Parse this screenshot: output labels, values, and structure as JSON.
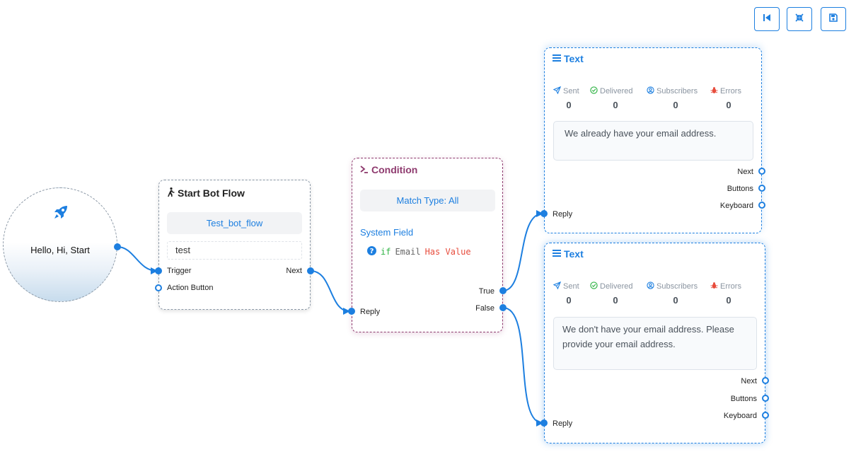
{
  "toolbar": {
    "buttons": [
      {
        "icon": "skip-back-icon"
      },
      {
        "icon": "compress-icon"
      },
      {
        "icon": "save-icon"
      }
    ]
  },
  "start_node": {
    "label": "Hello, Hi, Start",
    "icon": "rocket-icon"
  },
  "start_bot_flow": {
    "title": "Start Bot Flow",
    "icon": "walking-person-icon",
    "flow_name": "Test_bot_flow",
    "text": "test",
    "ports": {
      "trigger": "Trigger",
      "action_button": "Action Button",
      "next": "Next"
    }
  },
  "condition": {
    "title": "Condition",
    "icon": "terminal-icon",
    "match_type": "Match Type: All",
    "section_label": "System Field",
    "rule": {
      "keyword": "if",
      "field": "Email",
      "operator": "Has Value"
    },
    "ports": {
      "reply": "Reply",
      "true": "True",
      "false": "False"
    }
  },
  "text_nodes": [
    {
      "title": "Text",
      "icon": "list-icon",
      "stats": [
        {
          "label": "Sent",
          "value": "0",
          "icon": "paper-plane-icon",
          "color": "#1d7fe0"
        },
        {
          "label": "Delivered",
          "value": "0",
          "icon": "check-circle-icon",
          "color": "#2fb344"
        },
        {
          "label": "Subscribers",
          "value": "0",
          "icon": "user-circle-icon",
          "color": "#1d7fe0"
        },
        {
          "label": "Errors",
          "value": "0",
          "icon": "bug-icon",
          "color": "#e74c3c"
        }
      ],
      "message": "We already have your email address.",
      "ports": {
        "next": "Next",
        "buttons": "Buttons",
        "keyboard": "Keyboard",
        "reply": "Reply"
      }
    },
    {
      "title": "Text",
      "icon": "list-icon",
      "stats": [
        {
          "label": "Sent",
          "value": "0",
          "icon": "paper-plane-icon",
          "color": "#1d7fe0"
        },
        {
          "label": "Delivered",
          "value": "0",
          "icon": "check-circle-icon",
          "color": "#2fb344"
        },
        {
          "label": "Subscribers",
          "value": "0",
          "icon": "user-circle-icon",
          "color": "#1d7fe0"
        },
        {
          "label": "Errors",
          "value": "0",
          "icon": "bug-icon",
          "color": "#e74c3c"
        }
      ],
      "message": "We don't have your email address. Please provide your email address.",
      "ports": {
        "next": "Next",
        "buttons": "Buttons",
        "keyboard": "Keyboard",
        "reply": "Reply"
      }
    }
  ],
  "colors": {
    "accent": "#1d7fe0",
    "condition": "#8e3a6e",
    "error": "#e74c3c",
    "success": "#2fb344"
  }
}
